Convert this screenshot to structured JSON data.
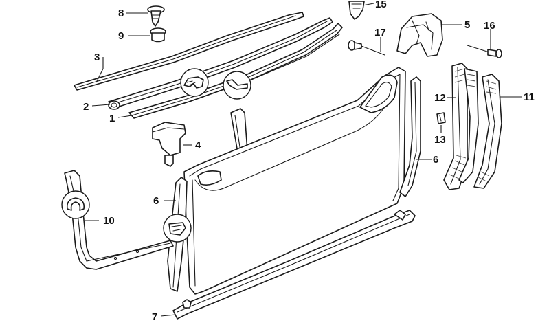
{
  "callouts": [
    {
      "id": "1",
      "text": "1"
    },
    {
      "id": "2",
      "text": "2"
    },
    {
      "id": "3",
      "text": "3"
    },
    {
      "id": "4",
      "text": "4"
    },
    {
      "id": "5",
      "text": "5"
    },
    {
      "id": "6a",
      "text": "6"
    },
    {
      "id": "6b",
      "text": "6"
    },
    {
      "id": "7",
      "text": "7"
    },
    {
      "id": "8",
      "text": "8"
    },
    {
      "id": "9",
      "text": "9"
    },
    {
      "id": "10",
      "text": "10"
    },
    {
      "id": "11",
      "text": "11"
    },
    {
      "id": "12",
      "text": "12"
    },
    {
      "id": "13",
      "text": "13"
    },
    {
      "id": "15",
      "text": "15"
    },
    {
      "id": "16",
      "text": "16"
    },
    {
      "id": "17",
      "text": "17"
    }
  ]
}
